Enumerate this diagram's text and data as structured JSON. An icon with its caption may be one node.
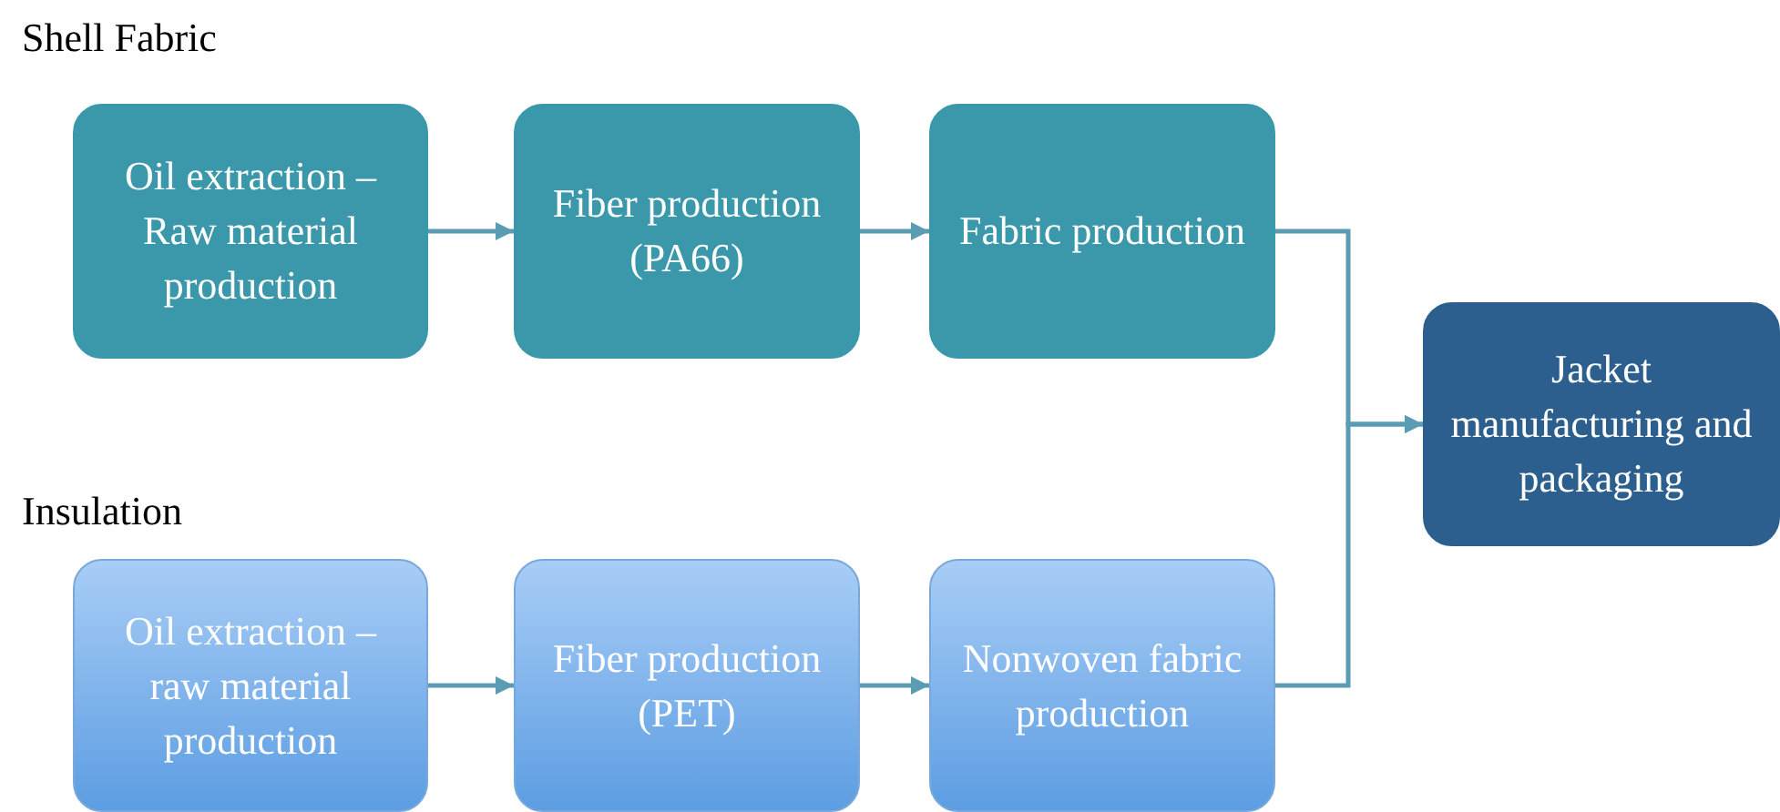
{
  "diagram": {
    "nodes": [
      {
        "text": [
          "Oil extraction – Raw material production"
        ]
      },
      {
        "text": [
          "Fiber production (PA66)"
        ]
      },
      {
        "text": [
          "Fabric production"
        ]
      },
      {
        "text": [
          "Jacket manufacturing and packaging"
        ]
      },
      {
        "text": [
          "Oil extraction – raw material production"
        ]
      },
      {
        "text": [
          "Fiber production (PET)"
        ]
      },
      {
        "text": [
          "Nonwoven fabric production"
        ]
      }
    ],
    "edges": [
      {
        "from": 0,
        "to": 1,
        "arrow": "to"
      },
      {
        "from": 1,
        "to": 2,
        "arrow": "to"
      },
      {
        "from": 2,
        "to": 3,
        "arrow": "to"
      },
      {
        "from": 4,
        "to": 5,
        "arrow": "to"
      },
      {
        "from": 5,
        "to": 6,
        "arrow": "to"
      },
      {
        "from": 6,
        "to": 3,
        "arrow": "to"
      }
    ],
    "labels": [
      "Shell Fabric",
      "Insulation"
    ]
  }
}
